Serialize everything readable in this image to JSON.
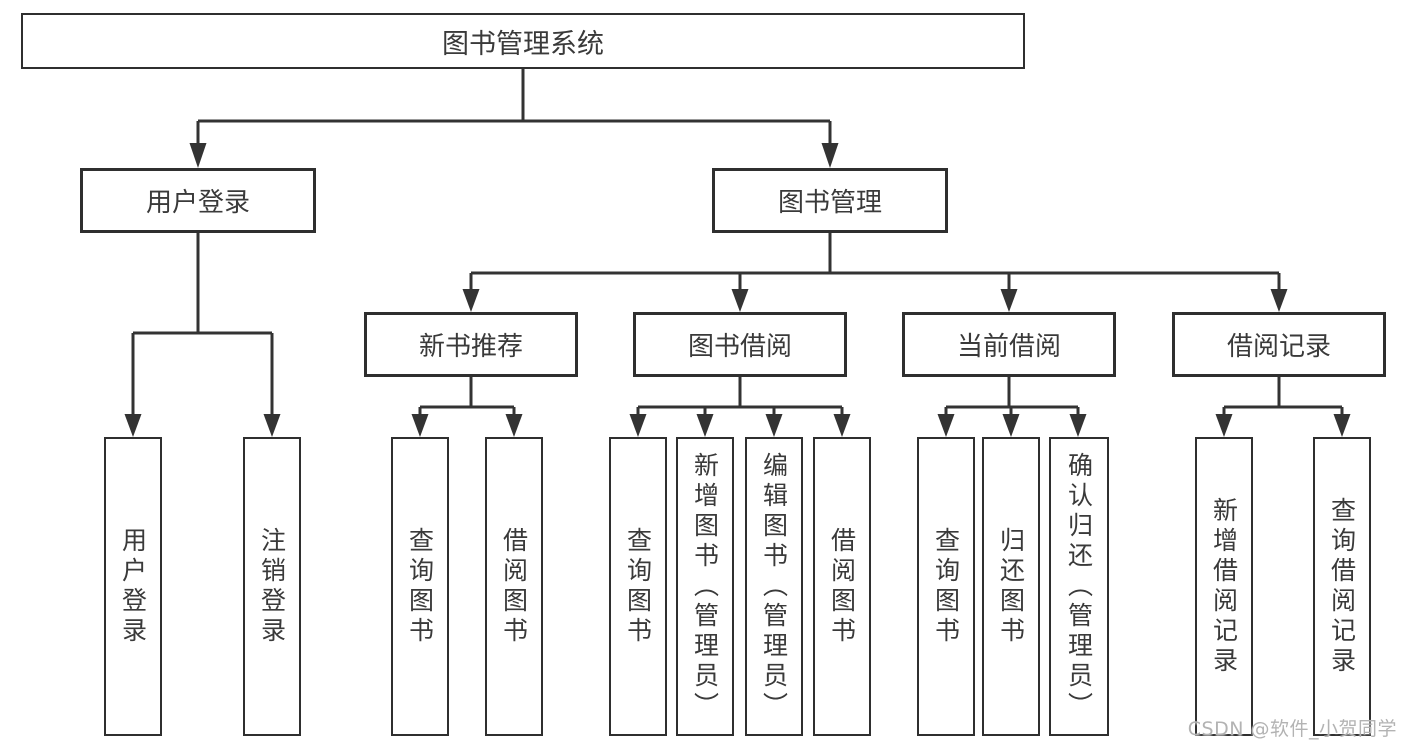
{
  "diagram": {
    "root": {
      "label": "图书管理系统"
    },
    "branches": [
      {
        "label": "用户登录",
        "children": [
          {
            "label": "用户登录"
          },
          {
            "label": "注销登录"
          }
        ]
      },
      {
        "label": "图书管理",
        "children": [
          {
            "label": "新书推荐",
            "children": [
              {
                "label": "查询图书"
              },
              {
                "label": "借阅图书"
              }
            ]
          },
          {
            "label": "图书借阅",
            "children": [
              {
                "label": "查询图书"
              },
              {
                "label": "新增图书（管理员）"
              },
              {
                "label": "编辑图书（管理员）"
              },
              {
                "label": "借阅图书"
              }
            ]
          },
          {
            "label": "当前借阅",
            "children": [
              {
                "label": "查询图书"
              },
              {
                "label": "归还图书"
              },
              {
                "label": "确认归还（管理员）"
              }
            ]
          },
          {
            "label": "借阅记录",
            "children": [
              {
                "label": "新增借阅记录"
              },
              {
                "label": "查询借阅记录"
              }
            ]
          }
        ]
      }
    ]
  },
  "watermark": {
    "text": "CSDN @软件_小贺同学"
  },
  "colors": {
    "line": "#333333",
    "border": "#2f2f2f",
    "text": "#3a3a3a",
    "watermark": "#b3b3b3",
    "background": "#ffffff"
  }
}
